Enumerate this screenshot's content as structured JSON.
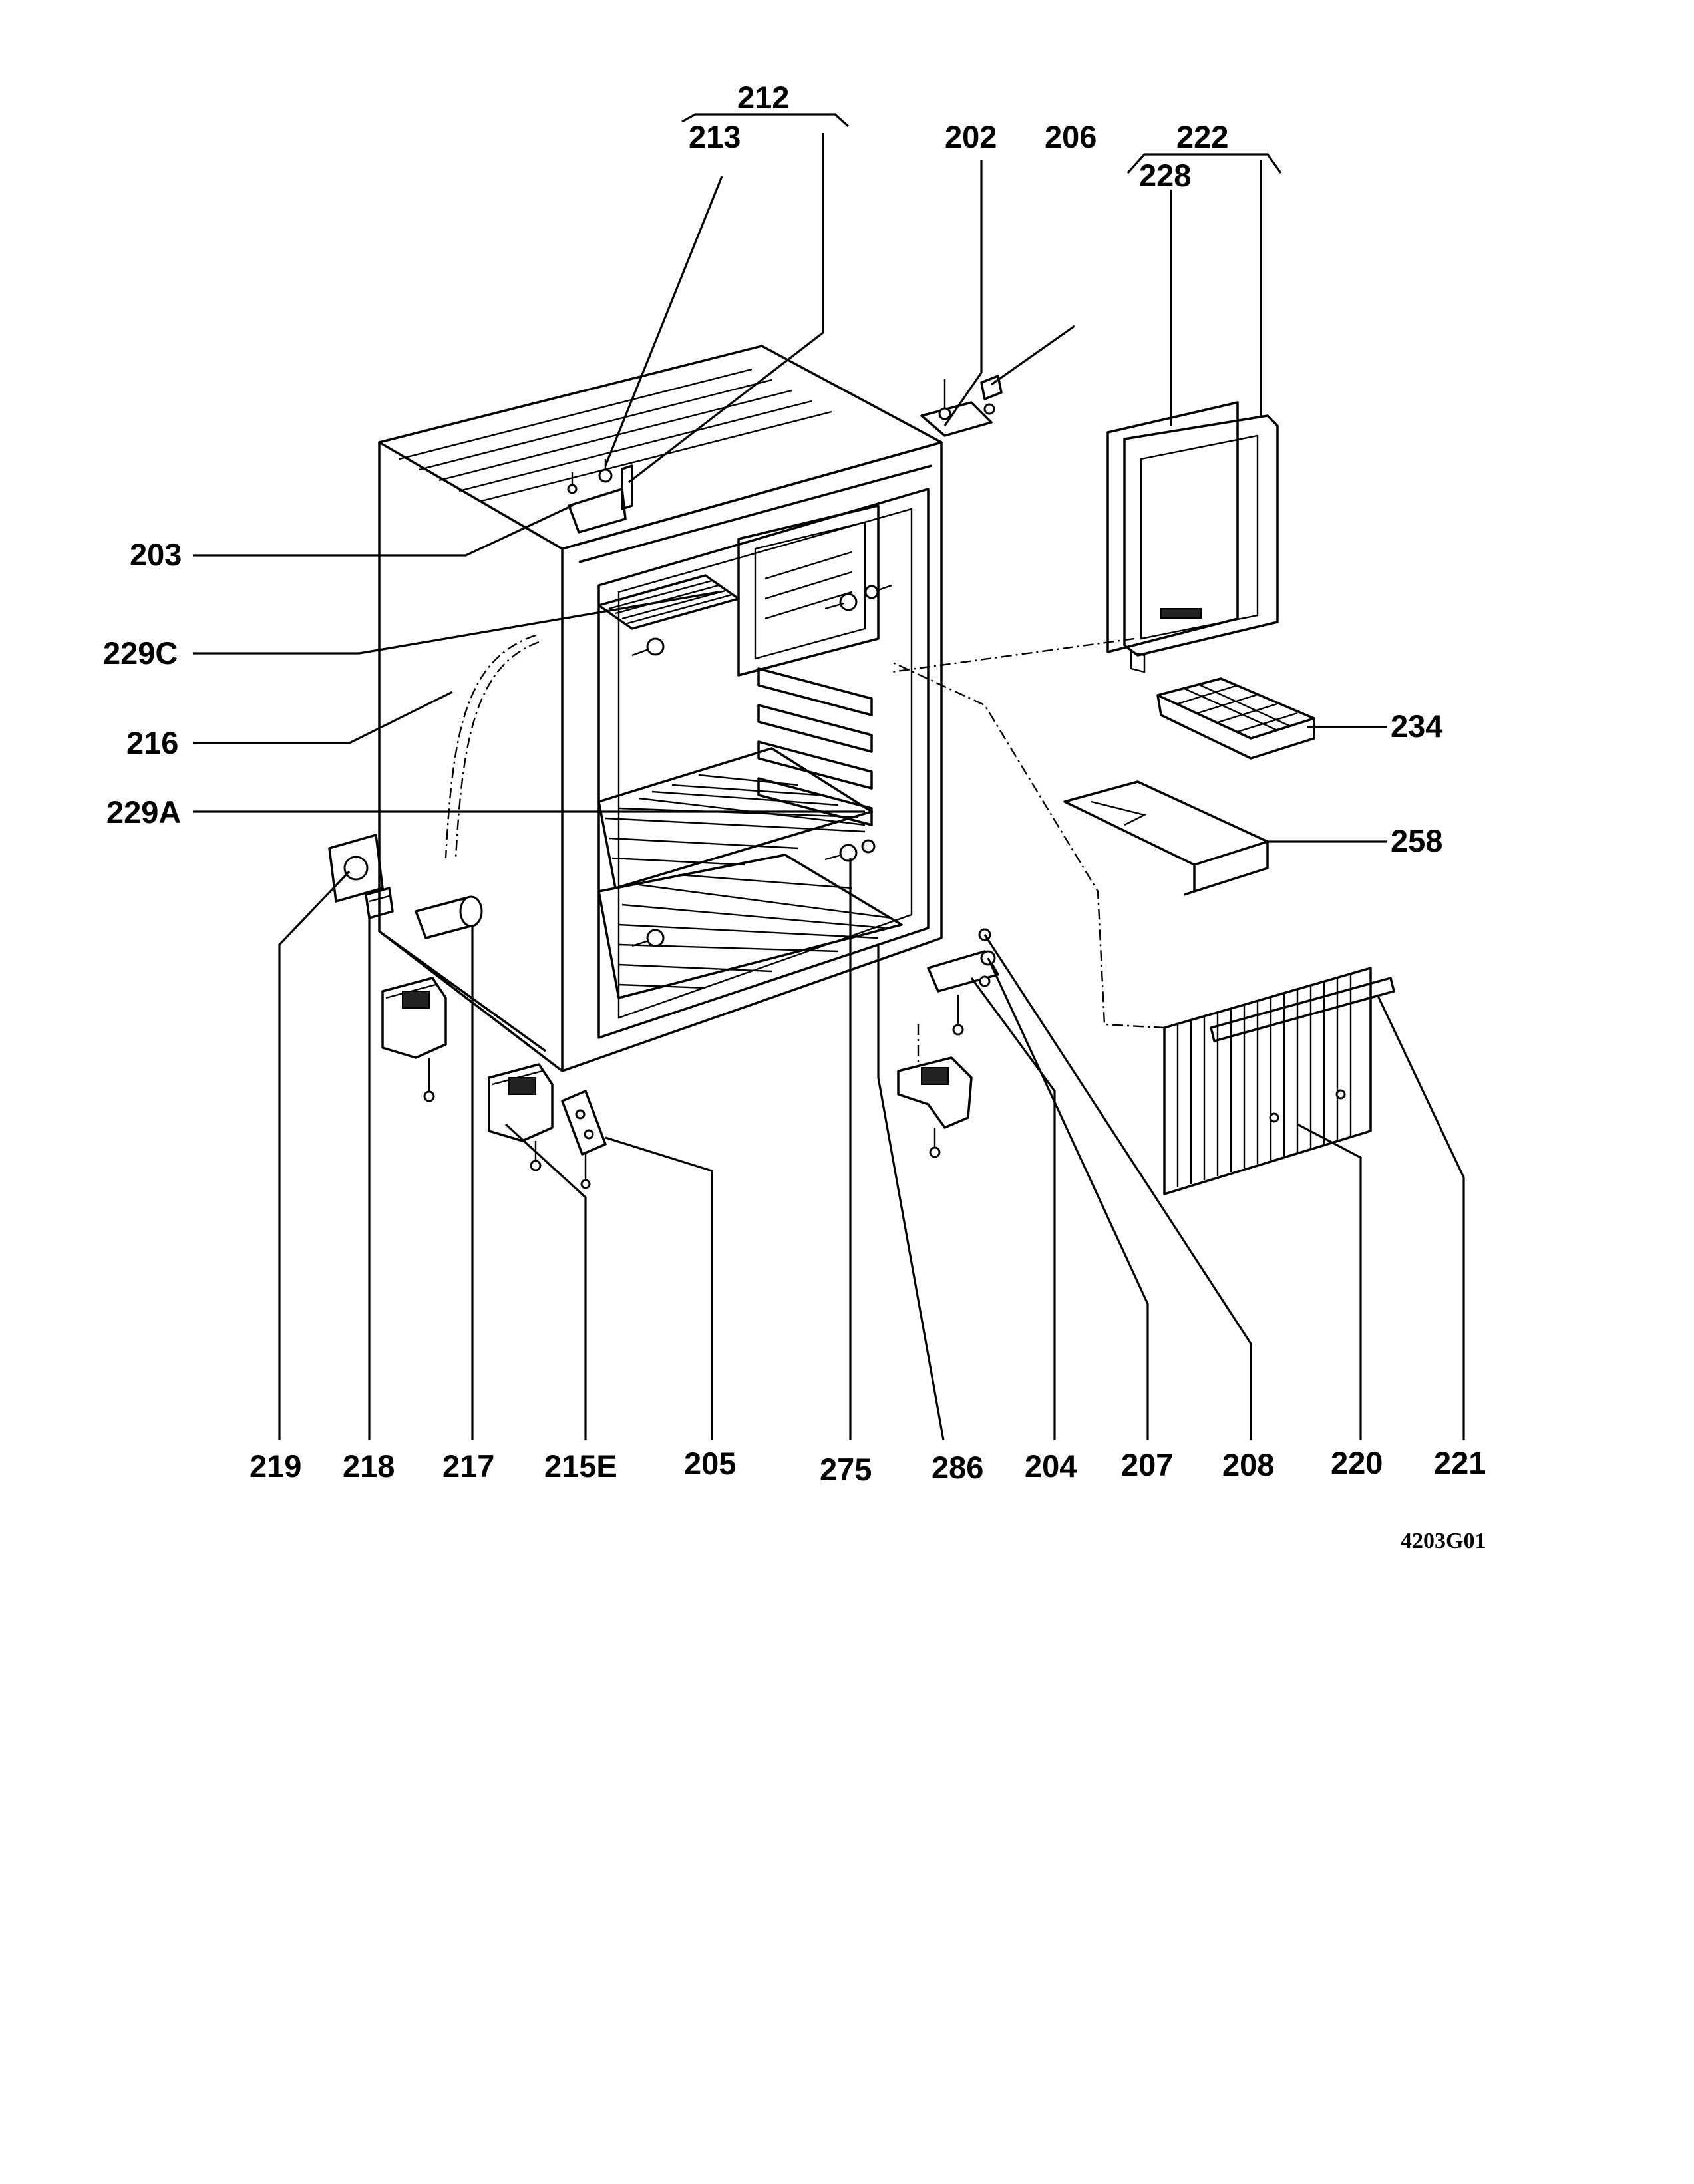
{
  "labels": {
    "l212": "212",
    "l213": "213",
    "l202": "202",
    "l206": "206",
    "l222": "222",
    "l228": "228",
    "l203": "203",
    "l229C": "229C",
    "l216": "216",
    "l229A": "229A",
    "l234": "234",
    "l258": "258",
    "l219": "219",
    "l218": "218",
    "l217": "217",
    "l215E": "215E",
    "l205": "205",
    "l275": "275",
    "l286": "286",
    "l204": "204",
    "l207": "207",
    "l208": "208",
    "l220": "220",
    "l221": "221"
  },
  "drawing_code": "4203G01"
}
